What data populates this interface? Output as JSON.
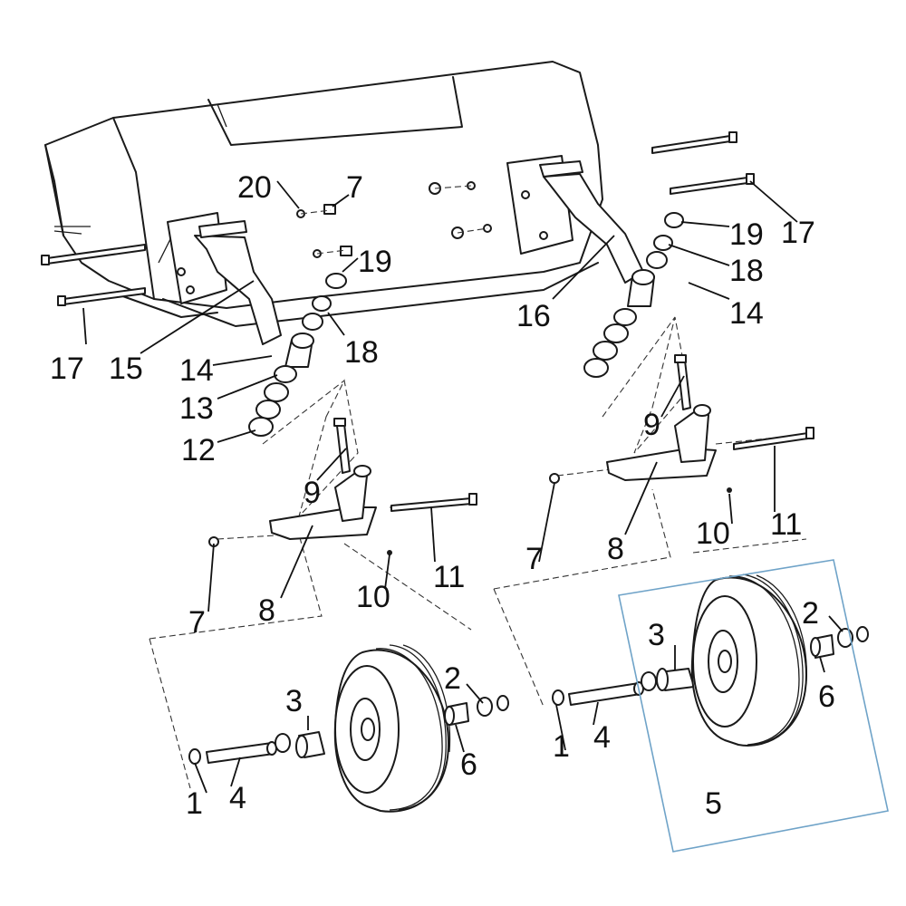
{
  "callouts": {
    "c1_left": "1",
    "c1_right": "1",
    "c2_left": "2",
    "c2_right": "2",
    "c3_left": "3",
    "c3_right": "3",
    "c4_left": "4",
    "c4_right": "4",
    "c5": "5",
    "c6_left": "6",
    "c6_right": "6",
    "c7_top": "7",
    "c7_left": "7",
    "c7_right": "7",
    "c8_left": "8",
    "c8_right": "8",
    "c9_left": "9",
    "c9_right": "9",
    "c10_left": "10",
    "c10_right": "10",
    "c11_left": "11",
    "c11_right": "11",
    "c12": "12",
    "c13": "13",
    "c14_left": "14",
    "c14_right": "14",
    "c15": "15",
    "c16": "16",
    "c17_left": "17",
    "c17_right": "17",
    "c18_left": "18",
    "c18_right": "18",
    "c19_left": "19",
    "c19_right": "19",
    "c20": "20"
  },
  "colors": {
    "line": "#1a1a1a",
    "highlight_box": "#6fa3c8",
    "background": "#ffffff"
  }
}
